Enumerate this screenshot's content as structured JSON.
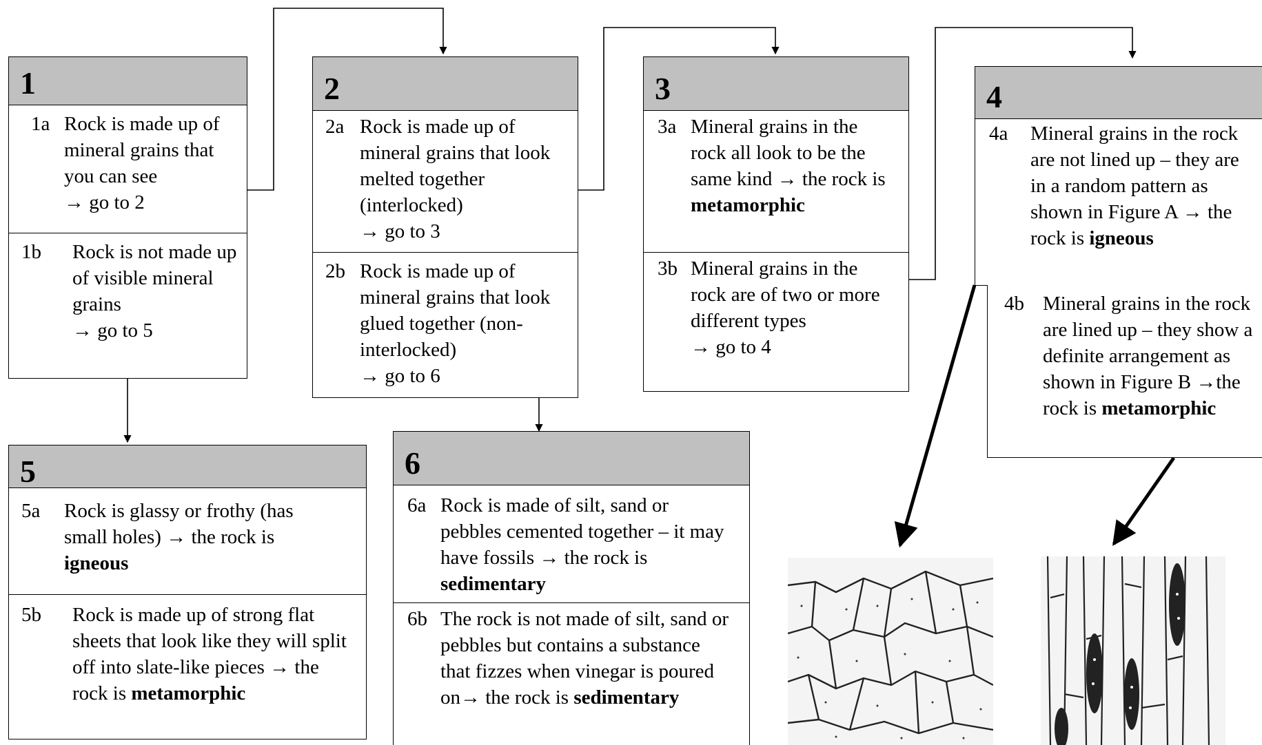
{
  "boxes": [
    {
      "number": "1",
      "items": [
        {
          "label": "1a",
          "text": "Rock is made up of mineral grains that you can see",
          "result": "→ go to 2"
        },
        {
          "label": "1b",
          "text": "Rock is not made up of visible mineral grains",
          "result": "→ go to 5"
        }
      ]
    },
    {
      "number": "2",
      "items": [
        {
          "label": "2a",
          "text": "Rock is made up of mineral grains that look melted together (interlocked)",
          "result": "→ go to 3"
        },
        {
          "label": "2b",
          "text": "Rock is made up of mineral grains that look glued together (non-interlocked)",
          "result": "→ go to 6"
        }
      ]
    },
    {
      "number": "3",
      "items": [
        {
          "label": "3a",
          "text": "Mineral grains in the rock all look to be the same kind → the rock is",
          "bold": "metamorphic"
        },
        {
          "label": "3b",
          "text": "Mineral grains in the rock are of two or more different types",
          "result": "→ go to 4"
        }
      ]
    },
    {
      "number": "4",
      "items": [
        {
          "label": "4a",
          "text": "Mineral grains in the rock are not lined up – they are in a random pattern as shown in Figure A → the rock is",
          "bold": "igneous"
        },
        {
          "label": "4b",
          "text": "Mineral grains in the rock are lined up – they show a definite arrangement as shown in Figure B →the rock is",
          "bold": "metamorphic"
        }
      ]
    },
    {
      "number": "5",
      "items": [
        {
          "label": "5a",
          "text": "Rock is glassy or frothy (has small holes) → the rock is",
          "bold": "igneous"
        },
        {
          "label": "5b",
          "text": "Rock is made up of strong flat sheets that look like they will split off into slate-like pieces → the rock is",
          "bold": "metamorphic"
        }
      ]
    },
    {
      "number": "6",
      "items": [
        {
          "label": "6a",
          "text": "Rock is made of silt, sand or pebbles cemented together – it may have fossils → the rock is",
          "bold": "sedimentary"
        },
        {
          "label": "6b",
          "text": "The rock is not made of silt, sand or pebbles but contains a substance that fizzes when vinegar is poured on→ the rock is",
          "bold": "sedimentary"
        }
      ]
    }
  ],
  "figures": [
    {
      "name": "figure-a",
      "description_icon": "interlocked-grains-texture"
    },
    {
      "name": "figure-b",
      "description_icon": "aligned-grains-texture"
    }
  ],
  "colors": {
    "header": "#c0c0c0",
    "line": "#000000"
  }
}
